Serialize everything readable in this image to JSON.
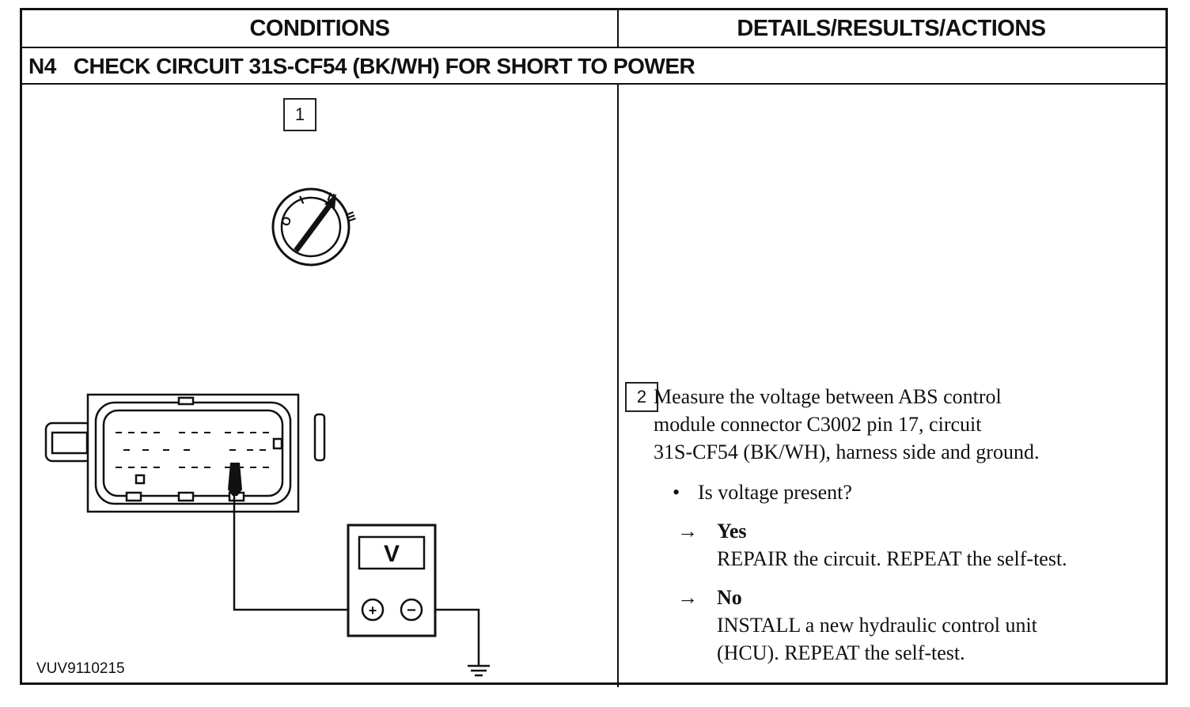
{
  "headers": {
    "conditions": "CONDITIONS",
    "details": "DETAILS/RESULTS/ACTIONS"
  },
  "step": {
    "number": "N4",
    "title": "CHECK CIRCUIT 31S-CF54 (BK/WH) FOR SHORT TO POWER"
  },
  "figure": {
    "step1_label": "1",
    "ignition_positions": [
      "O",
      "I",
      "II",
      "III"
    ],
    "meter_label": "V",
    "plus_symbol": "+",
    "minus_symbol": "−",
    "figure_id": "VUV9110215"
  },
  "details": {
    "step2_label": "2",
    "instruction_lines": [
      "Measure the voltage between ABS control",
      "module connector C3002 pin 17, circuit",
      "31S-CF54 (BK/WH), harness side and ground."
    ],
    "bullet": "•",
    "question": "Is voltage present?",
    "arrow": "→",
    "yes_label": "Yes",
    "yes_action": "REPAIR the circuit. REPEAT the self-test.",
    "no_label": "No",
    "no_action_lines": [
      "INSTALL a new hydraulic control unit",
      "(HCU). REPEAT the self-test."
    ]
  }
}
